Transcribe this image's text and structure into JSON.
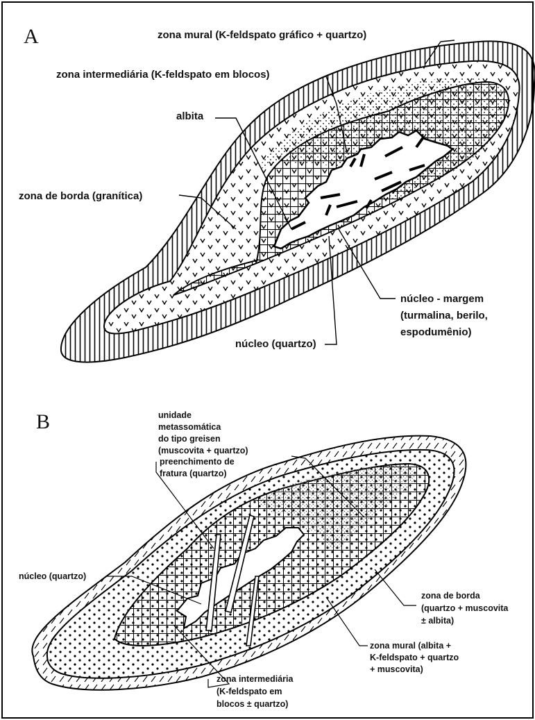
{
  "panel_a": {
    "letter": "A",
    "labels": {
      "zona_mural": "zona mural (K-feldspato gráfico + quartzo)",
      "zona_intermediaria": "zona intermediária (K-feldspato em blocos)",
      "albita": "albita",
      "zona_borda": "zona de borda (granítica)",
      "nucleo_margem_1": "núcleo - margem",
      "nucleo_margem_2": "(turmalina, berilo,",
      "nucleo_margem_3": "espodumênio)",
      "nucleo": "núcleo (quartzo)"
    }
  },
  "panel_b": {
    "letter": "B",
    "labels": {
      "greisen_1": "unidade",
      "greisen_2": "metassomática",
      "greisen_3": "do tipo greisen",
      "greisen_4": "(muscovita + quartzo)",
      "fratura_1": "preenchimento de",
      "fratura_2": "fratura (quartzo)",
      "nucleo": "núcleo (quartzo)",
      "borda_1": "zona de borda",
      "borda_2": "(quartzo + muscovita",
      "borda_3": "± albita)",
      "mural_1": "zona mural (albita +",
      "mural_2": "K-feldspato + quartzo",
      "mural_3": "+ muscovita)",
      "inter_1": "zona intermediária",
      "inter_2": "(K-feldspato em",
      "inter_3": "blocos ± quartzo)"
    }
  }
}
